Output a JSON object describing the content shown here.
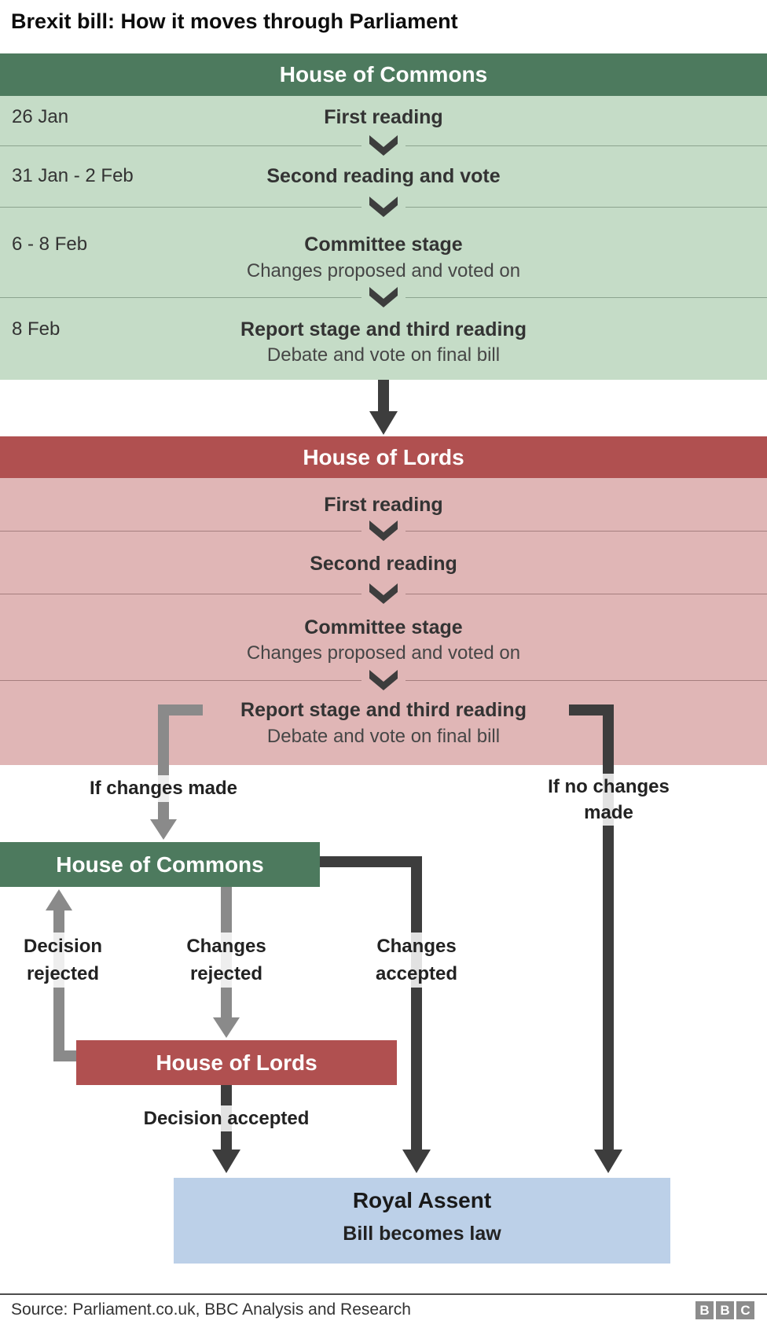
{
  "title": "Brexit bill: How it moves through Parliament",
  "commons": {
    "header": "House of Commons",
    "rows": [
      {
        "date": "26 Jan",
        "title": "First reading"
      },
      {
        "date": "31 Jan - 2 Feb",
        "title": "Second reading and vote"
      },
      {
        "date": "6 - 8 Feb",
        "title": "Committee stage",
        "subtitle": "Changes proposed and voted on"
      },
      {
        "date": "8 Feb",
        "title": "Report stage and third reading",
        "subtitle": "Debate and vote on final bill"
      }
    ]
  },
  "lords": {
    "header": "House of Lords",
    "rows": [
      {
        "title": "First reading"
      },
      {
        "title": "Second reading"
      },
      {
        "title": "Committee stage",
        "subtitle": "Changes proposed and voted on"
      },
      {
        "title": "Report stage and third reading",
        "subtitle": "Debate and vote on final bill"
      }
    ]
  },
  "branches": {
    "if_changes": "If changes made",
    "if_no_changes": [
      "If no changes",
      "made"
    ],
    "commons_return": "House of Commons",
    "decision_rejected": [
      "Decision",
      "rejected"
    ],
    "changes_rejected": [
      "Changes",
      "rejected"
    ],
    "changes_accepted": [
      "Changes",
      "accepted"
    ],
    "lords_return": "House of Lords",
    "decision_accepted": "Decision accepted"
  },
  "royal_assent": {
    "title": "Royal Assent",
    "subtitle": "Bill becomes law"
  },
  "footer": {
    "source": "Source: Parliament.co.uk, BBC Analysis and Research",
    "logo_letters": [
      "B",
      "B",
      "C"
    ]
  },
  "icons": {
    "stage_step": "chevron-down-icon",
    "flow": "arrow-down-icon"
  },
  "colors": {
    "green_dark": "#4d7a5e",
    "green_light": "#c5dcc7",
    "red_dark": "#b05050",
    "red_light": "#e0b6b6",
    "blue_light": "#bcd0e8",
    "arrow_dark": "#3d3d3d",
    "arrow_gray": "#8a8a8a"
  }
}
